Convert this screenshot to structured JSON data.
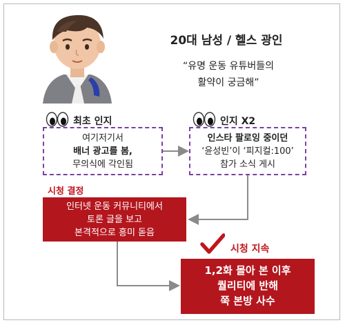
{
  "header": {
    "title": "20대 남성 / 헬스 광인",
    "quote_line1": "“유명 운동 유튜버들의",
    "quote_line2": "활약이 궁금해”"
  },
  "steps": {
    "first": {
      "label": "최초 인지",
      "lines": [
        "여기저기서",
        "배너 광고를 봄,",
        "무의식에 각인됨"
      ]
    },
    "second": {
      "label": "인지 X2",
      "lines": [
        "인스타 팔로잉 중이던",
        "‘윤성빈’이 ‘피지컬:100’",
        "참가 소식 게시"
      ]
    },
    "decision": {
      "label": "시청 결정",
      "lines": [
        "인터넷 운동 커뮤니티에서",
        "토론 글을 보고",
        "본격적으로 흥미 돋음"
      ]
    },
    "continue": {
      "label": "시청 지속",
      "lines": [
        "1,2화 몰아 본 이후",
        "퀄리티에 반해",
        "쭉 본방 사수"
      ]
    }
  },
  "colors": {
    "accent_red": "#b4161e",
    "label_red": "#c0161c",
    "dashed_purple": "#7a3ea5",
    "arrow_gray": "#8a8a8a"
  },
  "icons": [
    "avatar",
    "eyes-icon",
    "checkmark-icon"
  ]
}
